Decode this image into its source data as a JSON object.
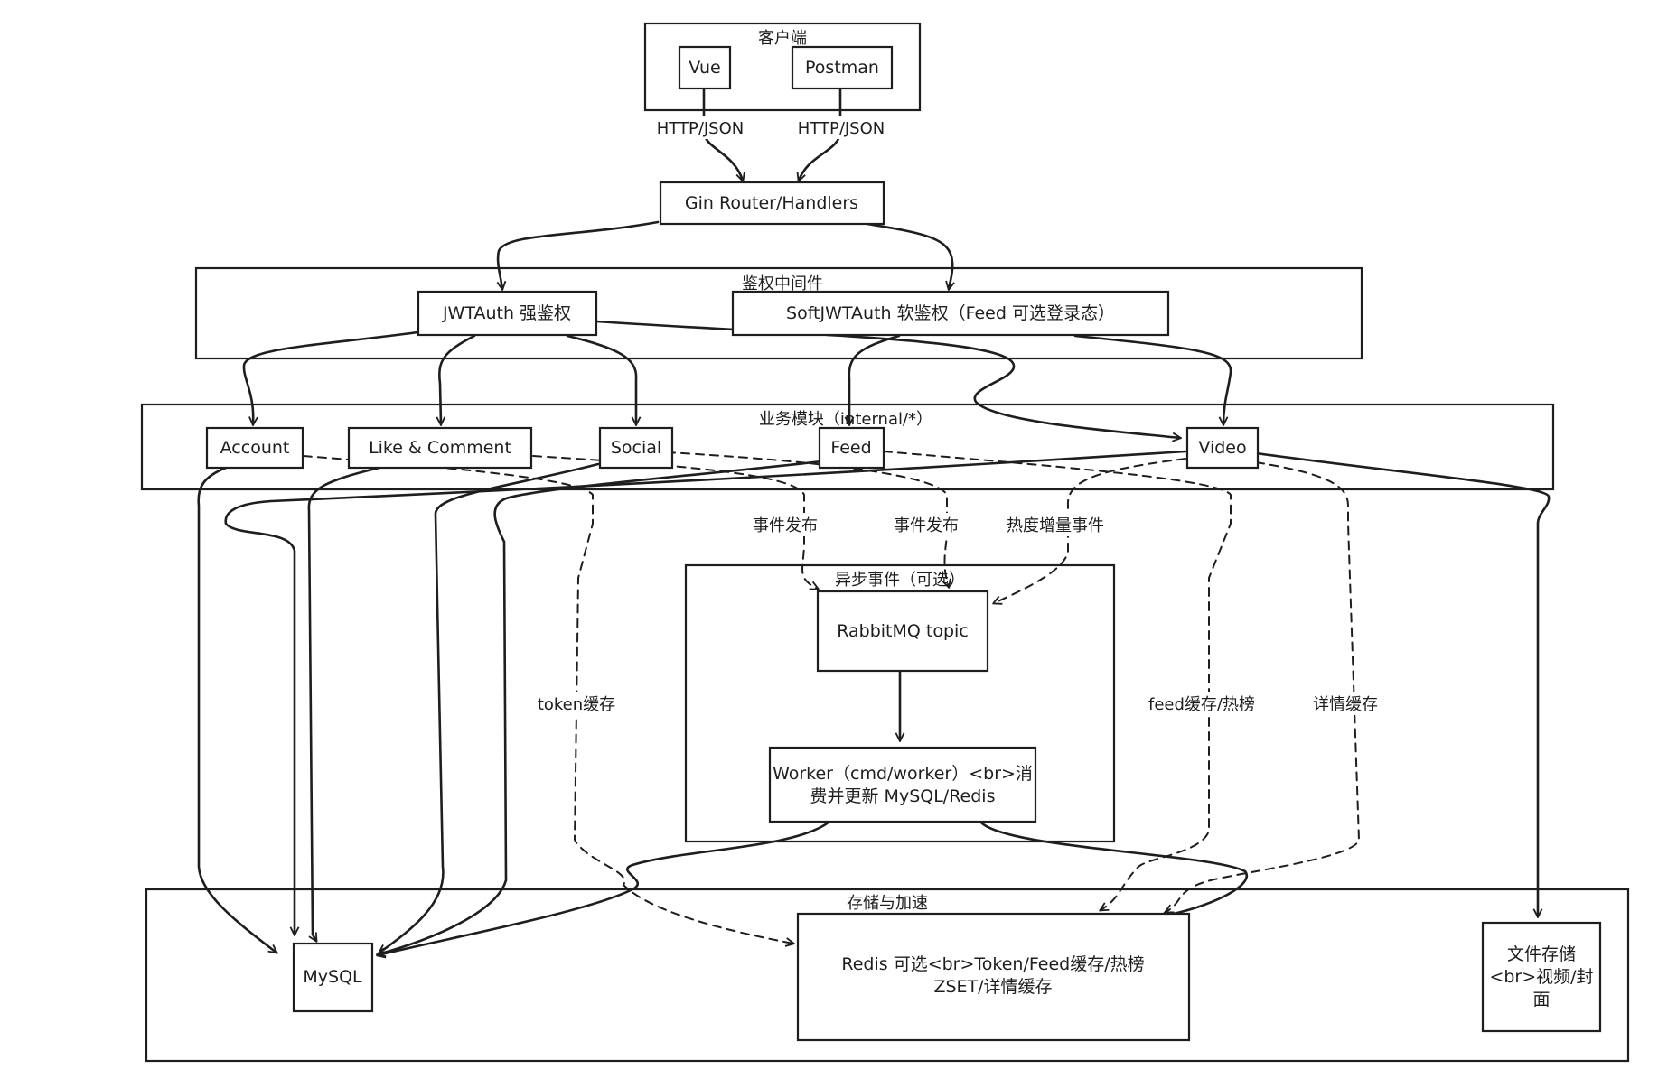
{
  "groups": {
    "client": "客户端",
    "auth": "鉴权中间件",
    "modules": "业务模块（internal/*）",
    "async": "异步事件（可选）",
    "storage": "存储与加速"
  },
  "nodes": {
    "vue": "Vue",
    "postman": "Postman",
    "router": "Gin Router/Handlers",
    "jwt": "JWTAuth 强鉴权",
    "softjwt": "SoftJWTAuth 软鉴权（Feed 可选登录态）",
    "account": "Account",
    "like": "Like & Comment",
    "social": "Social",
    "feed": "Feed",
    "video": "Video",
    "rabbit": "RabbitMQ topic",
    "worker_l1": "Worker（cmd/worker）<br>消",
    "worker_l2": "费并更新 MySQL/Redis",
    "mysql": "MySQL",
    "redis_l1": "Redis 可选<br>Token/Feed缓存/热榜",
    "redis_l2": "ZSET/详情缓存",
    "file_l1": "文件存储",
    "file_l2": "<br>视频/封",
    "file_l3": "面"
  },
  "edge_labels": {
    "http1": "HTTP/JSON",
    "http2": "HTTP/JSON",
    "event1": "事件发布",
    "event2": "事件发布",
    "hot": "热度增量事件",
    "token": "token缓存",
    "feedcache": "feed缓存/热榜",
    "detail": "详情缓存"
  }
}
